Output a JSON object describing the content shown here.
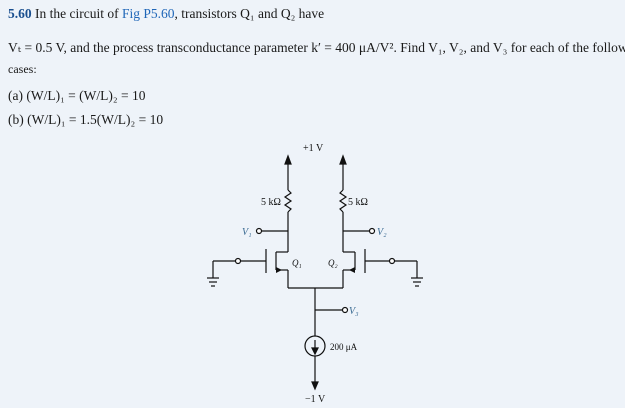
{
  "problem": {
    "number": "5.60",
    "intro_pre": "In the circuit of",
    "fig_ref": "Fig P5.60",
    "intro_post": ", transistors Q₁ and Q₂ have",
    "params": "Vₜ = 0.5 V, and the process transconductance parameter k′ = 400 μA/V². Find V₁, V₂, and V₃ for each of the following",
    "params_cont": "cases:",
    "case_a": "(a)   (W/L)₁ = (W/L)₂ = 10",
    "case_b": "(b)   (W/L)₁ = 1.5(W/L)₂ = 10"
  },
  "circuit": {
    "supply_pos": "+1 V",
    "supply_neg": "−1 V",
    "r_left": "5 kΩ",
    "r_right": "5 kΩ",
    "current_source": "200 μA",
    "q1": "Q₁",
    "q2": "Q₂",
    "v1": "V₁",
    "v2": "V₂",
    "v3": "V₃",
    "color_node": "#3a6a92"
  }
}
